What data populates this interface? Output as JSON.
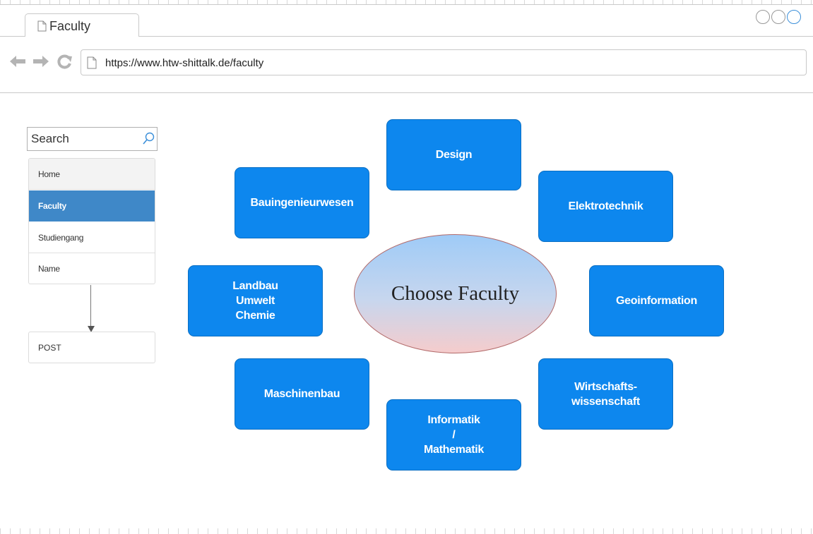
{
  "browser": {
    "tab_title": "Faculty",
    "url": "https://www.htw-shittalk.de/faculty"
  },
  "sidebar": {
    "search_placeholder": "Search",
    "items": [
      {
        "label": "Home"
      },
      {
        "label": "Faculty"
      },
      {
        "label": "Studiengang"
      },
      {
        "label": "Name"
      }
    ],
    "post_label": "POST"
  },
  "diagram": {
    "center_label": "Choose Faculty",
    "faculties": [
      {
        "label": "Design"
      },
      {
        "label": "Elektrotechnik"
      },
      {
        "label": "Geoinformation"
      },
      {
        "label": "Wirtschafts-\nwissenschaft"
      },
      {
        "label": "Informatik\n/\nMathematik"
      },
      {
        "label": "Maschinenbau"
      },
      {
        "label": "Landbau\nUmwelt\nChemie"
      },
      {
        "label": "Bauingenieurwesen"
      }
    ]
  },
  "colors": {
    "faculty_box": "#0d87ee",
    "active_menu": "#3f88c8"
  }
}
